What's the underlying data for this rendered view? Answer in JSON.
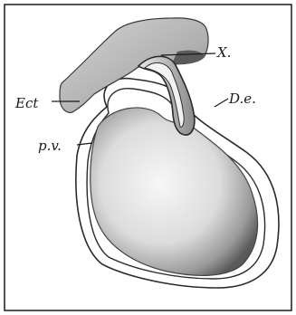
{
  "figure": {
    "labels": {
      "x": "X.",
      "de": "D.e.",
      "ect": "Ect",
      "pv": "p.v."
    }
  }
}
